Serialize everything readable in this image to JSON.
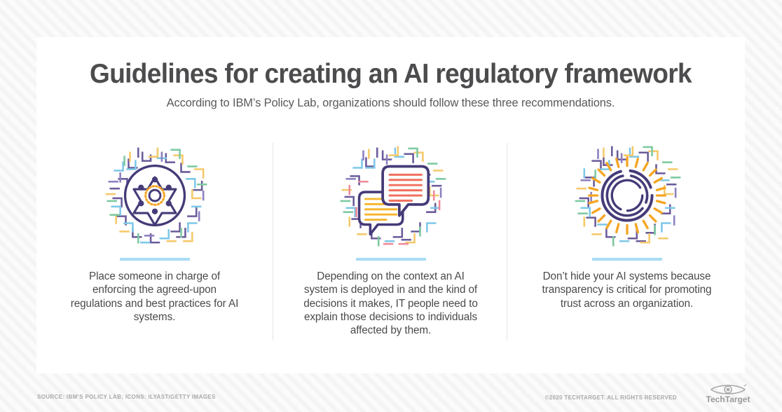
{
  "header": {
    "title": "Guidelines for creating an AI regulatory framework",
    "subtitle": "According to IBM’s Policy Lab, organizations should follow these three recommendations."
  },
  "columns": [
    {
      "icon": "sheriff-badge-circuit-icon",
      "text": "Place someone in charge of enforcing the agreed-upon regulations and best practices for AI systems."
    },
    {
      "icon": "speech-bubbles-circuit-icon",
      "text": "Depending on the context an AI system is deployed in and the kind of decisions it makes, IT people need to explain those decisions to individuals affected by them."
    },
    {
      "icon": "sun-transparency-circuit-icon",
      "text": "Don’t hide your AI systems because transparency is critical for promoting trust across an organization."
    }
  ],
  "footer": {
    "source": "SOURCE: IBM’S POLICY LAB; ICONS: ILYAST/GETTY IMAGES",
    "copyright": "©2020 TECHTARGET. ALL RIGHTS RESERVED",
    "logo_text": "TechTarget",
    "logo_icon": "eye-icon"
  },
  "colors": {
    "accent_bar": "#a9dcf5",
    "title_text": "#4c4c4e",
    "body_text": "#4a4a4c",
    "card_bg": "#ffffff",
    "page_bg": "#f7f7f7",
    "divider": "#e4e4e4",
    "icon_purple": "#453b78",
    "icon_orange": "#f5a623",
    "icon_salmon": "#f0705c",
    "icon_yellow": "#f5b731",
    "circuit_purple": "#6b5b9a",
    "circuit_blue": "#7ec8e8",
    "circuit_yellow": "#f5c96a",
    "circuit_green": "#7cc9a0",
    "circuit_pink": "#f08a9a",
    "footer_text": "#a8a8aa"
  }
}
